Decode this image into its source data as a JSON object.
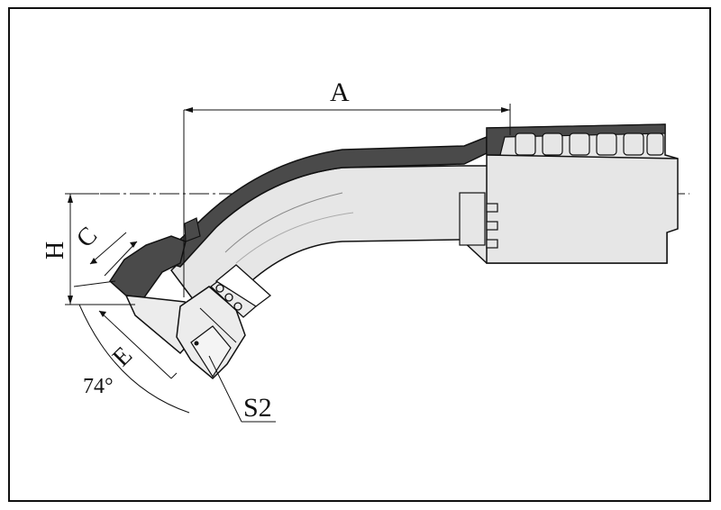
{
  "drawing": {
    "labels": {
      "A": "A",
      "H": "H",
      "C": "C",
      "E": "E",
      "angle": "74°",
      "S2": "S2"
    },
    "colors": {
      "frame": "#111111",
      "line": "#111111",
      "body_fill": "#e6e6e6",
      "section_fill": "#4a4a4a",
      "nut_fill": "#ececec",
      "background": "#ffffff"
    }
  }
}
